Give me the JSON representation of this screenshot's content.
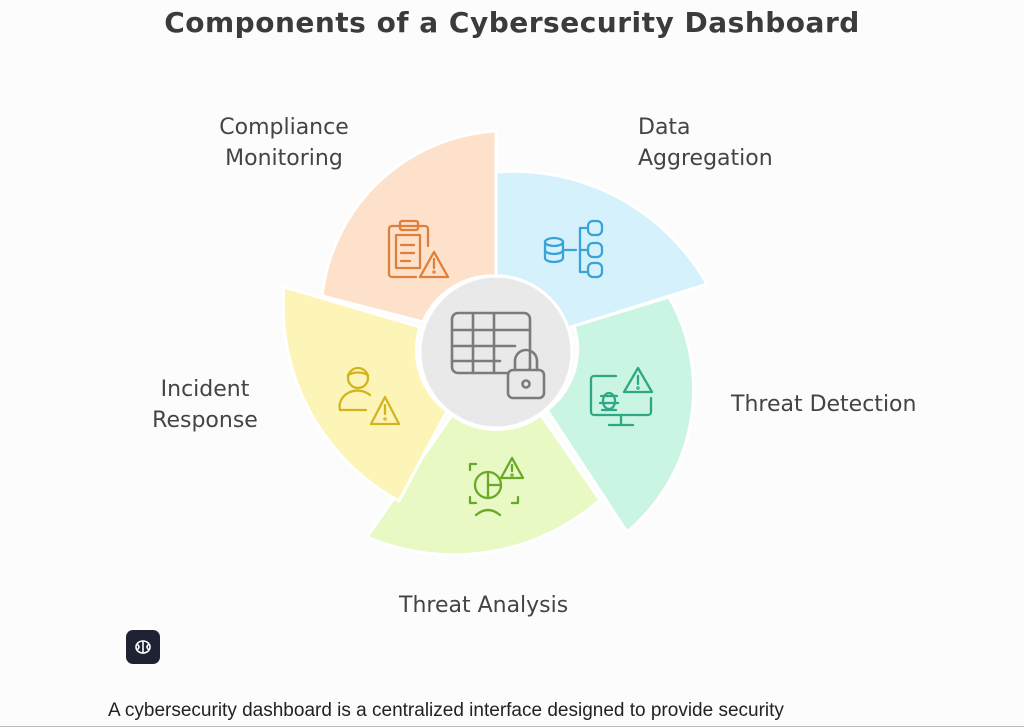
{
  "title": "Components of a Cybersecurity Dashboard",
  "center": {
    "icon": "table-lock-icon"
  },
  "segments": [
    {
      "lines": [
        "Data",
        "Aggregation"
      ],
      "icon": "database-flow-icon",
      "fill": "#d5f1fb",
      "stroke": "#3aa3d6"
    },
    {
      "lines": [
        "Threat Detection"
      ],
      "icon": "monitor-bug-alert-icon",
      "fill": "#c9f5e2",
      "stroke": "#2fa784"
    },
    {
      "lines": [
        "Threat Analysis"
      ],
      "icon": "scan-chart-alert-icon",
      "fill": "#e8f9c4",
      "stroke": "#6aa828"
    },
    {
      "lines": [
        "Incident",
        "Response"
      ],
      "icon": "user-alert-icon",
      "fill": "#fdf4b8",
      "stroke": "#d2b51e"
    },
    {
      "lines": [
        "Compliance",
        "Monitoring"
      ],
      "icon": "clipboard-alert-icon",
      "fill": "#fde1cb",
      "stroke": "#de7f3b"
    }
  ],
  "brand": {
    "icon": "brain-logo-icon"
  },
  "caption": "A cybersecurity dashboard is a centralized interface designed to provide security"
}
